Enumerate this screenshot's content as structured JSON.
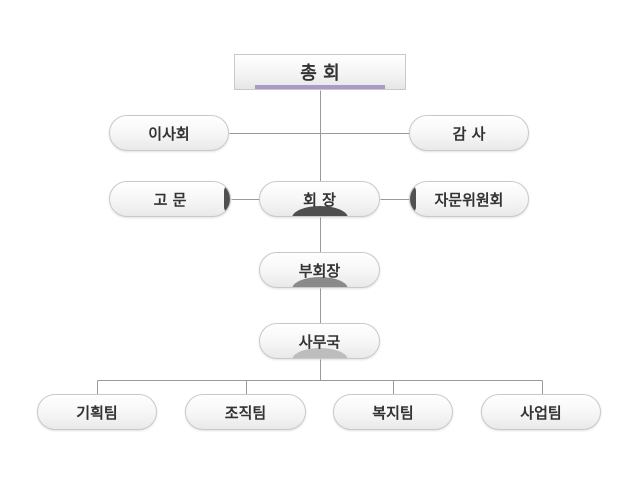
{
  "colors": {
    "line": "#9a9a9a",
    "accent": "#a99bc6",
    "arc_dark": "#4f4f4f",
    "arc_mid": "#8a8a8a",
    "arc_light": "#bdbdbd"
  },
  "top": {
    "label": "총 회"
  },
  "board": {
    "label": "이사회"
  },
  "auditor": {
    "label": "감 사"
  },
  "advisor": {
    "label": "고 문"
  },
  "chairman": {
    "label": "회 장"
  },
  "committee": {
    "label": "자문위원회"
  },
  "vice_chairman": {
    "label": "부회장"
  },
  "secretariat": {
    "label": "사무국"
  },
  "teams": [
    {
      "label": "기획팀"
    },
    {
      "label": "조직팀"
    },
    {
      "label": "복지팀"
    },
    {
      "label": "사업팀"
    }
  ]
}
